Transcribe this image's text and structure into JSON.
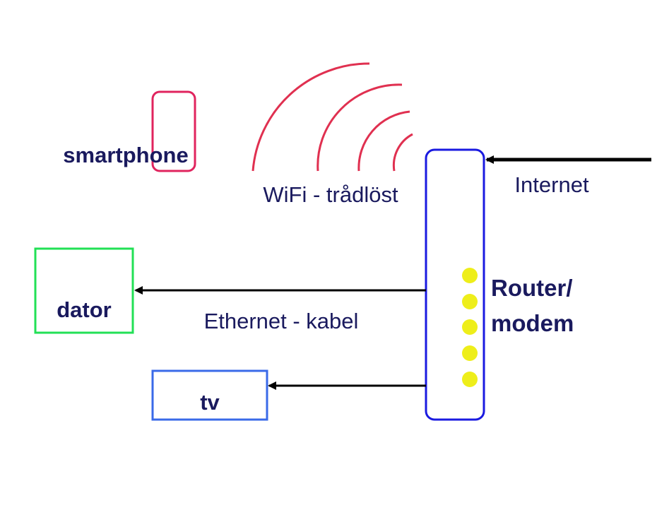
{
  "colors": {
    "text": "#1a1a5e",
    "smartphone_border": "#e0245e",
    "wifi_arcs": "#e03050",
    "router_border": "#1a1ae0",
    "router_leds": "#eeee1a",
    "dator_border": "#22e055",
    "tv_border": "#3a6ae8",
    "arrows": "#000000"
  },
  "labels": {
    "smartphone": "smartphone",
    "wifi": "WiFi - trådlöst",
    "internet": "Internet",
    "dator": "dator",
    "ethernet": "Ethernet - kabel",
    "router_line1": "Router/",
    "router_line2": "modem",
    "tv": "tv"
  },
  "router": {
    "led_count": 5
  }
}
